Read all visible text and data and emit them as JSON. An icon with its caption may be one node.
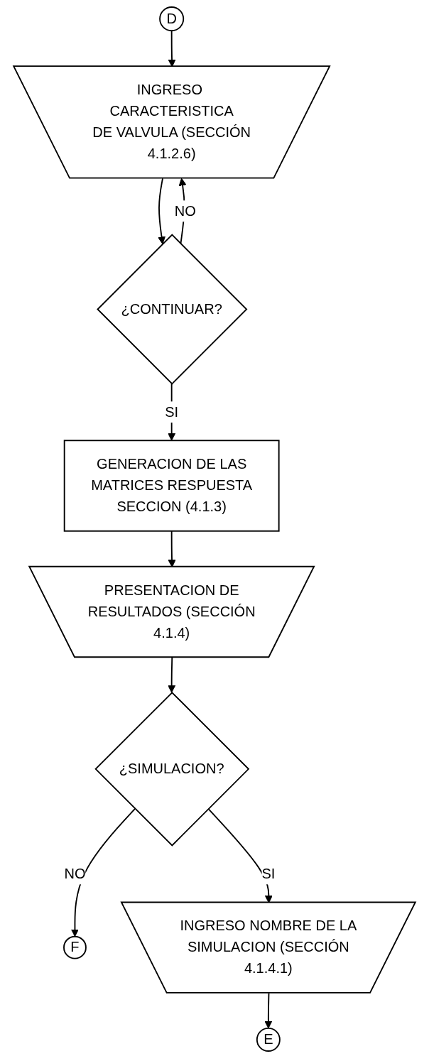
{
  "diagram": {
    "nodes": [
      {
        "text": [
          "D"
        ]
      },
      {
        "text": [
          "INGRESO CARACTERISTICA DE VALVULA (SECCIÓN 4.1.2.6)"
        ]
      },
      {
        "text": [
          "¿CONTINUAR?"
        ]
      },
      {
        "text": [
          "GENERACION DE LAS MATRICES RESPUESTA SECCION (4.1.3)"
        ]
      },
      {
        "text": [
          "PRESENTACION DE RESULTADOS (SECCIÓN 4.1.4)"
        ]
      },
      {
        "text": [
          "¿SIMULACION?"
        ]
      },
      {
        "text": [
          "F"
        ]
      },
      {
        "text": [
          "INGRESO NOMBRE DE LA SIMULACION (SECCIÓN 4.1.4.1)"
        ]
      },
      {
        "text": [
          "E"
        ]
      }
    ],
    "edges": [
      {
        "from": 0,
        "to": 1,
        "arrow": "to"
      },
      {
        "from": 1,
        "to": 2,
        "arrow": "to"
      },
      {
        "from": 2,
        "to": 1,
        "arrow": "to",
        "label": "NO"
      },
      {
        "from": 2,
        "to": 3,
        "arrow": "to",
        "label": "SI"
      },
      {
        "from": 3,
        "to": 4,
        "arrow": "to"
      },
      {
        "from": 4,
        "to": 5,
        "arrow": "to"
      },
      {
        "from": 5,
        "to": 6,
        "arrow": "to",
        "label": "NO"
      },
      {
        "from": 5,
        "to": 7,
        "arrow": "to",
        "label": "SI"
      },
      {
        "from": 7,
        "to": 8,
        "arrow": "to"
      }
    ]
  }
}
